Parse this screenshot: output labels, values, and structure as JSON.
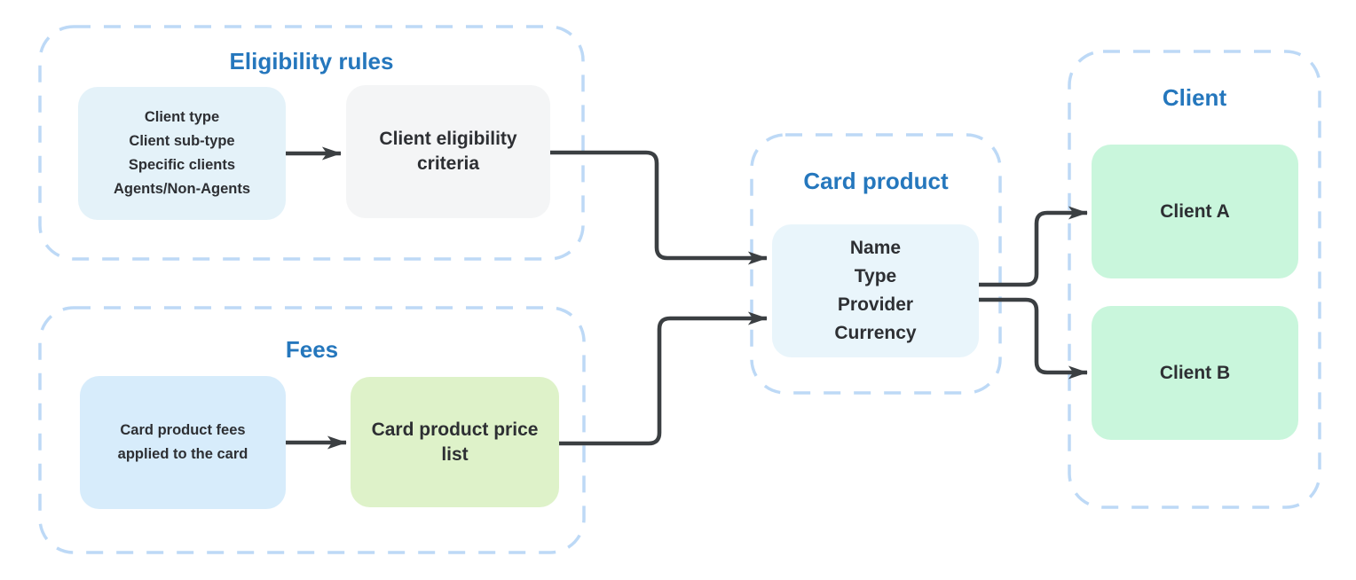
{
  "canvas": {
    "background": "#ffffff"
  },
  "palette": {
    "group_border": "#BDD9F6",
    "group_title_text": "#2577BD",
    "connector": "#3B3F42",
    "node_text": "#2D2F33"
  },
  "groups": {
    "eligibility": {
      "title": "Eligibility rules",
      "nodes": [
        {
          "id": "client-attributes",
          "lines": [
            "Client type",
            "Client sub-type",
            "Specific clients",
            "Agents/Non-Agents"
          ],
          "fill": "#E4F2F9"
        },
        {
          "id": "client-eligibility-criteria",
          "label": "Client eligibility criteria",
          "fill": "#F4F5F6"
        }
      ]
    },
    "fees": {
      "title": "Fees",
      "nodes": [
        {
          "id": "card-product-fees",
          "label": "Card product fees applied to the card",
          "fill": "#D7ECFB"
        },
        {
          "id": "card-product-price-list",
          "label": "Card product price list",
          "fill": "#DEF2C9"
        }
      ]
    },
    "card_product": {
      "title": "Card product",
      "node": {
        "id": "card-product-details",
        "lines": [
          "Name",
          "Type",
          "Provider",
          "Currency"
        ],
        "fill": "#E9F5FB"
      }
    },
    "client": {
      "title": "Client",
      "nodes": [
        {
          "id": "client-a",
          "label": "Client A",
          "fill": "#C9F6DC"
        },
        {
          "id": "client-b",
          "label": "Client B",
          "fill": "#C9F6DC"
        }
      ]
    }
  },
  "connections": [
    {
      "from": "client-attributes",
      "to": "client-eligibility-criteria"
    },
    {
      "from": "client-eligibility-criteria",
      "to": "card-product-details"
    },
    {
      "from": "card-product-fees",
      "to": "card-product-price-list"
    },
    {
      "from": "card-product-price-list",
      "to": "card-product-details"
    },
    {
      "from": "card-product-details",
      "to": "client-a"
    },
    {
      "from": "card-product-details",
      "to": "client-b"
    }
  ]
}
